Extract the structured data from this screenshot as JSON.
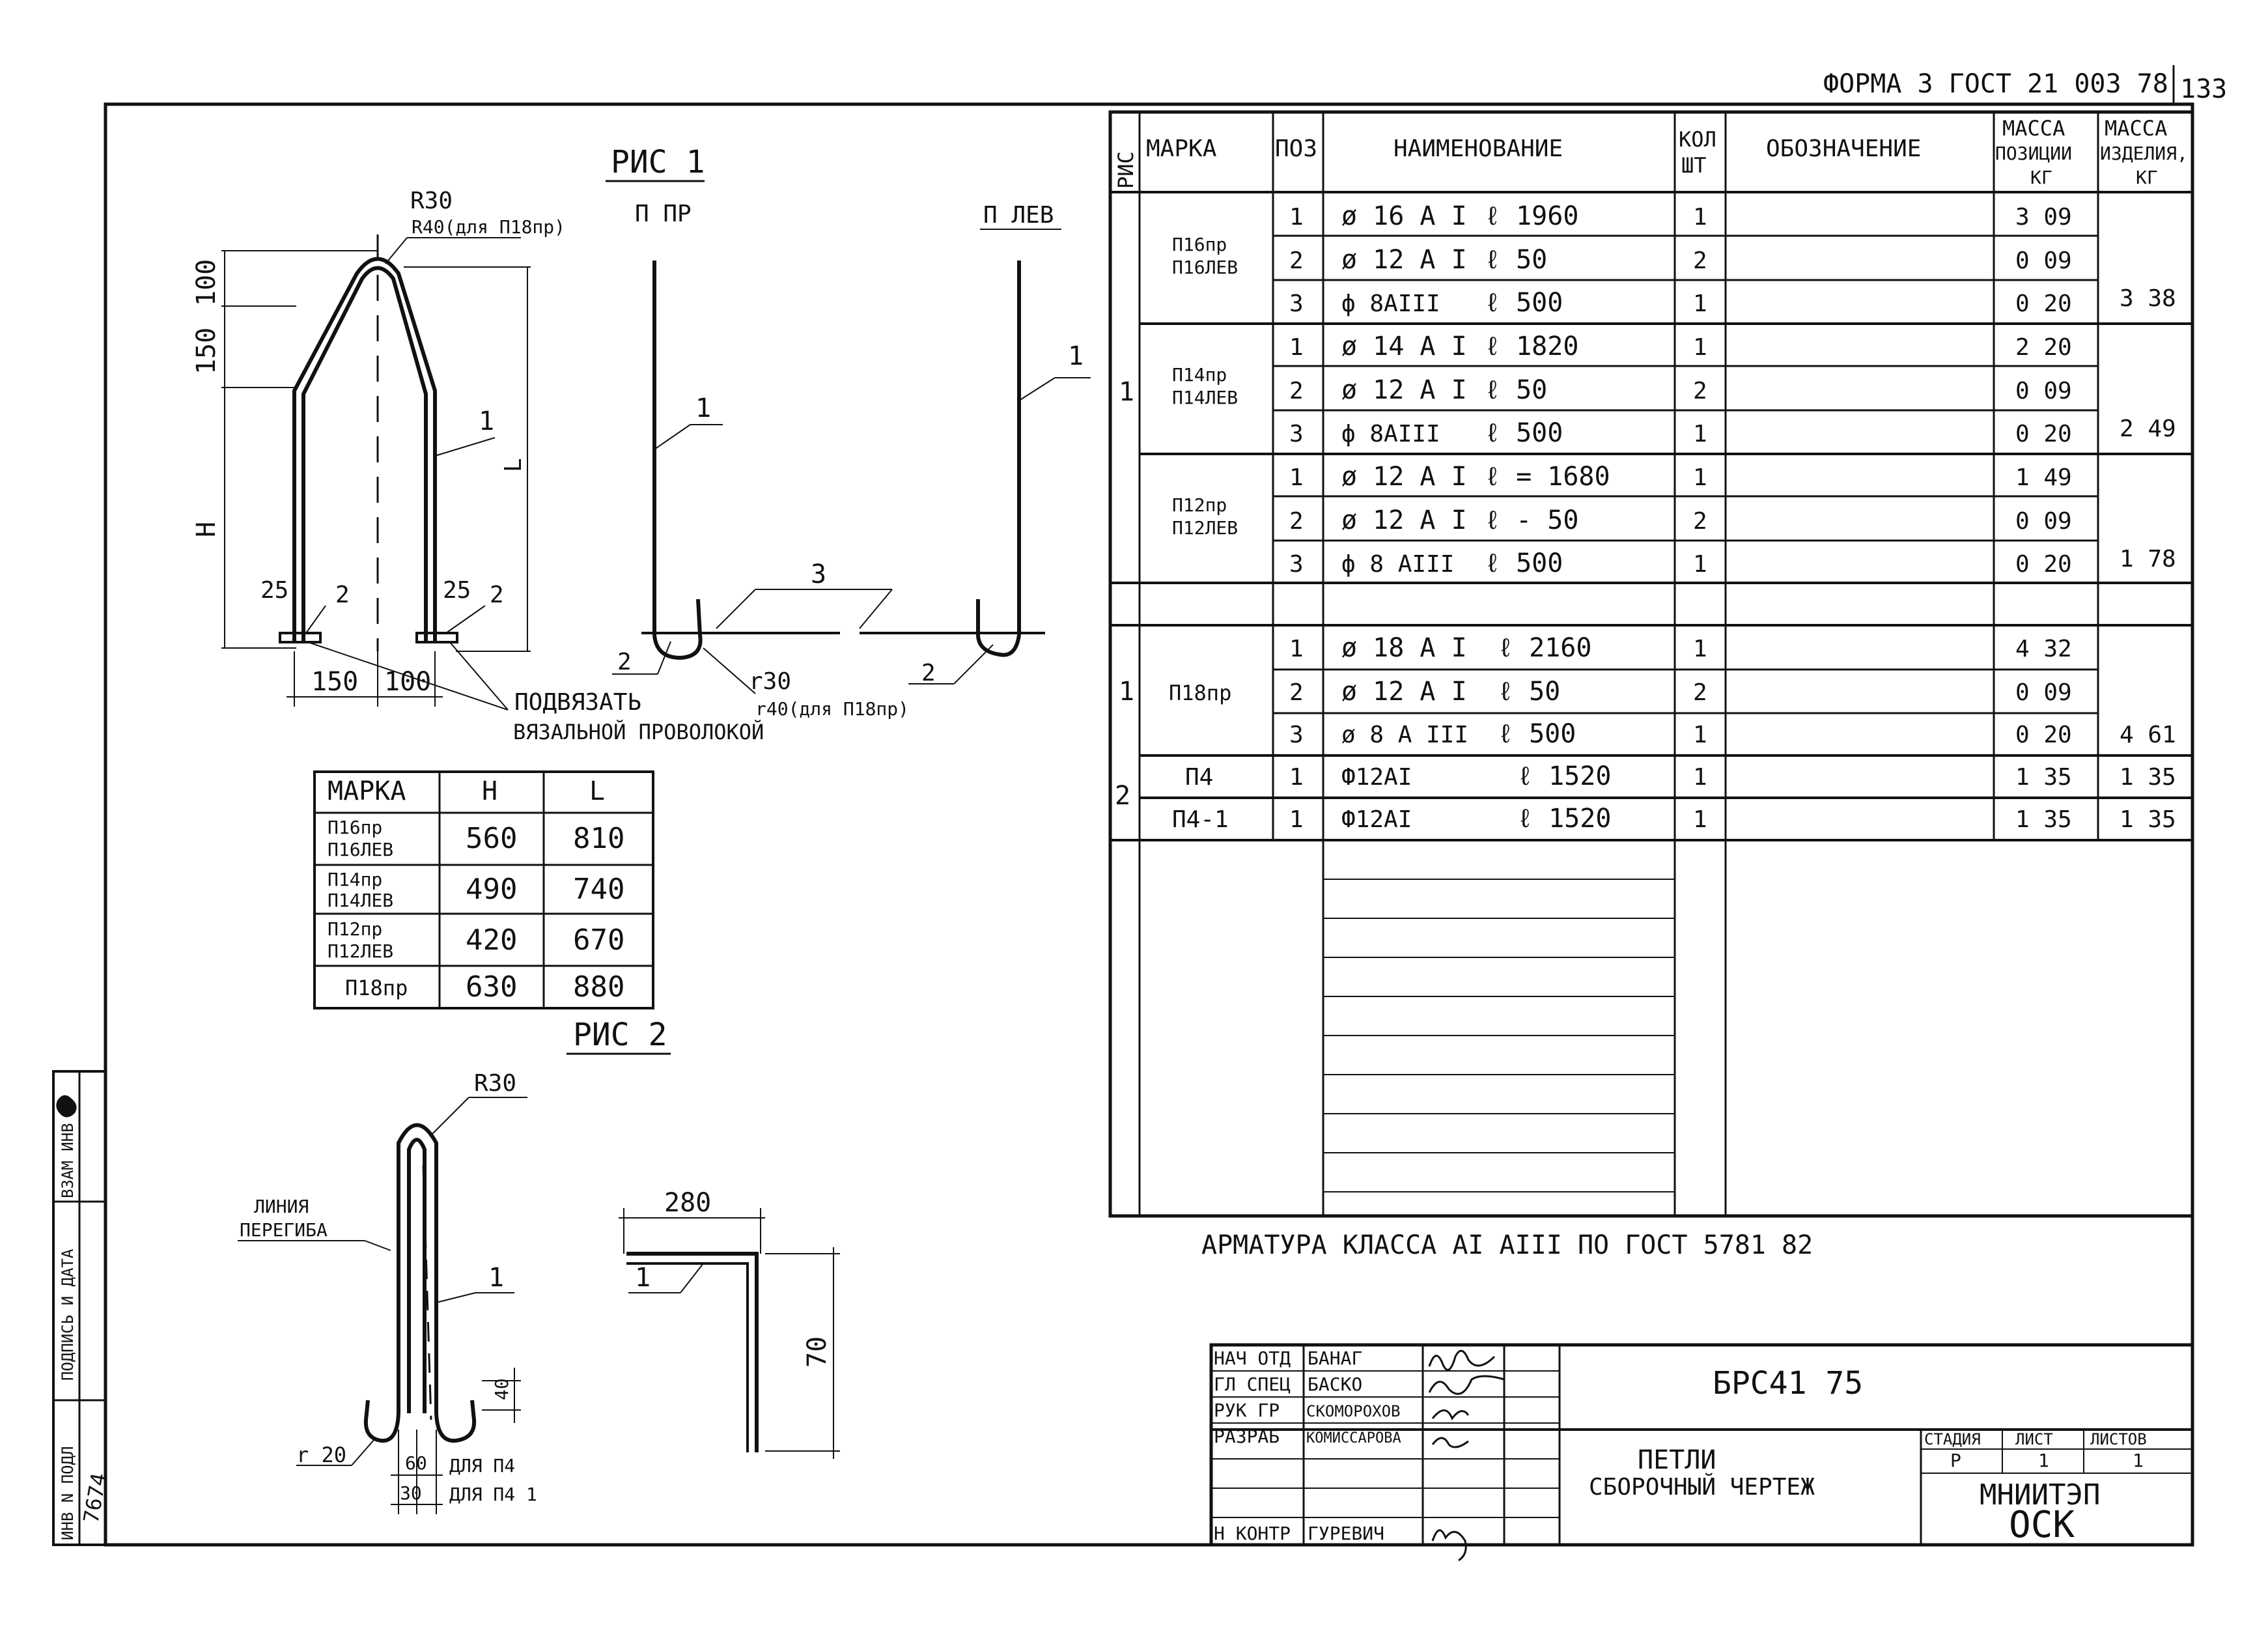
{
  "header": {
    "form_label": "ФОРМА 3 ГОСТ 21 003 78",
    "sheet_no": "133"
  },
  "fig1": {
    "title": "РИС 1",
    "view_right": "П ПР",
    "view_left": "П ЛЕВ",
    "radius_main": "R30",
    "radius_alt": "R40(для П18пр)",
    "dim_100": "100",
    "dim_150": "150",
    "dim_h": "H",
    "dim_25a": "25",
    "dim_25b": "25",
    "dim_bottom_150": "150",
    "dim_bottom_100": "100",
    "pos_1a": "1",
    "pos_1b": "1",
    "pos_1c": "1",
    "pos_2a": "2",
    "pos_2b": "2",
    "pos_2c": "2",
    "pos_2d": "2",
    "pos_3": "3",
    "tie_note_1": "ПОДВЯЗАТЬ",
    "tie_note_2": "ВЯЗАЛЬНОЙ ПРОВОЛОКОЙ",
    "r30_note": "r30",
    "r40_note": "r40(для П18пр)",
    "mark_l": "L"
  },
  "dims_table": {
    "headers": [
      "МАРКА",
      "H",
      "L"
    ],
    "rows": [
      {
        "mark": [
          "П16пр",
          "П16ЛЕВ"
        ],
        "h": "560",
        "l": "810"
      },
      {
        "mark": [
          "П14пр",
          "П14ЛЕВ"
        ],
        "h": "490",
        "l": "740"
      },
      {
        "mark": [
          "П12пр",
          "П12ЛЕВ"
        ],
        "h": "420",
        "l": "670"
      },
      {
        "mark": [
          "П18пр"
        ],
        "h": "630",
        "l": "880"
      }
    ]
  },
  "fig2": {
    "title": "РИС 2",
    "radius": "R30",
    "bend_line_1": "ЛИНИЯ",
    "bend_line_2": "ПЕРЕГИБА",
    "pos_1a": "1",
    "pos_1b": "1",
    "r20": "r 20",
    "dim_40": "40",
    "dim_60": "60",
    "dim_30": "30",
    "for_p4": "ДЛЯ П4",
    "for_p4_1": "ДЛЯ П4 1",
    "dim_280": "280",
    "dim_70": "70"
  },
  "spec": {
    "headers": {
      "ris": "РИС",
      "marka": "МАРКА",
      "poz": "ПОЗ",
      "name": "НАИМЕНОВАНИЕ",
      "qty_1": "КОЛ",
      "qty_2": "ШТ",
      "designation": "ОБОЗНАЧЕНИЕ",
      "mass_pos_1": "МАССА",
      "mass_pos_2": "ПОЗИЦИИ",
      "mass_pos_3": "КГ",
      "mass_item_1": "МАССА",
      "mass_item_2": "ИЗДЕЛИЯ,",
      "mass_item_3": "КГ"
    },
    "groups": [
      {
        "ris": "",
        "mark": [
          "П16пр",
          "П16ЛЕВ"
        ],
        "item_mass": "3 38",
        "rows": [
          {
            "poz": "1",
            "dia": "ø 16 А I",
            "len": "ℓ  1960",
            "qty": "1",
            "mass": "3 09"
          },
          {
            "poz": "2",
            "dia": "ø 12 А I",
            "len": "ℓ  50",
            "qty": "2",
            "mass": "0 09"
          },
          {
            "poz": "3",
            "dia": "ф 8АIII",
            "len": "ℓ  500",
            "qty": "1",
            "mass": "0 20"
          }
        ]
      },
      {
        "ris": "1",
        "mark": [
          "П14пр",
          "П14ЛЕВ"
        ],
        "item_mass": "2 49",
        "rows": [
          {
            "poz": "1",
            "dia": "ø 14 А I",
            "len": "ℓ  1820",
            "qty": "1",
            "mass": "2 20"
          },
          {
            "poz": "2",
            "dia": "ø 12 А I",
            "len": "ℓ  50",
            "qty": "2",
            "mass": "0 09"
          },
          {
            "poz": "3",
            "dia": "ф 8АIII",
            "len": "ℓ  500",
            "qty": "1",
            "mass": "0 20"
          }
        ]
      },
      {
        "ris": "",
        "mark": [
          "П12пр",
          "П12ЛЕВ"
        ],
        "item_mass": "1 78",
        "rows": [
          {
            "poz": "1",
            "dia": "ø 12 А I",
            "len": "ℓ = 1680",
            "qty": "1",
            "mass": "1 49"
          },
          {
            "poz": "2",
            "dia": "ø 12 А I",
            "len": "ℓ - 50",
            "qty": "2",
            "mass": "0 09"
          },
          {
            "poz": "3",
            "dia": "ф 8 АIII",
            "len": "ℓ  500",
            "qty": "1",
            "mass": "0 20"
          }
        ]
      },
      {
        "ris": "1",
        "mark": [
          "П18пр"
        ],
        "item_mass": "4 61",
        "rows": [
          {
            "poz": "1",
            "dia": "ø 18 А I",
            "len": "ℓ  2160",
            "qty": "1",
            "mass": "4 32"
          },
          {
            "poz": "2",
            "dia": "ø 12 А I",
            "len": "ℓ  50",
            "qty": "2",
            "mass": "0 09"
          },
          {
            "poz": "3",
            "dia": "ø 8 А III",
            "len": "ℓ  500",
            "qty": "1",
            "mass": "0 20"
          }
        ]
      }
    ],
    "single_rows": [
      {
        "mark": "П4",
        "poz": "1",
        "dia": "Ф12АI",
        "len": "ℓ  1520",
        "qty": "1",
        "mass": "1 35",
        "item_mass": "1 35"
      },
      {
        "mark": "П4-1",
        "poz": "1",
        "dia": "Ф12АI",
        "len": "ℓ  1520",
        "qty": "1",
        "mass": "1 35",
        "item_mass": "1 35"
      }
    ],
    "ris_2": "2",
    "note": "АРМАТУРА КЛАССА АI АIII ПО ГОСТ 5781 82"
  },
  "title_block": {
    "code": "БРС41 75",
    "roles": [
      {
        "role": "НАЧ ОТД",
        "name": "БАНАГ"
      },
      {
        "role": "ГЛ СПЕЦ",
        "name": "БАСКО"
      },
      {
        "role": "РУК ГР",
        "name": "СКОМОРОХОВ"
      },
      {
        "role": "РАЗРАБ",
        "name": "КОМИССАРОВА"
      },
      {
        "role": "",
        "name": ""
      },
      {
        "role": "",
        "name": ""
      },
      {
        "role": "Н КОНТР",
        "name": "ГУРЕВИЧ"
      }
    ],
    "doc_title_1": "ПЕТЛИ",
    "doc_title_2": "СБОРОЧНЫЙ ЧЕРТЕЖ",
    "stage_label": "СТАДИЯ",
    "sheet_label": "ЛИСТ",
    "sheets_label": "ЛИСТОВ",
    "stage": "Р",
    "sheet": "1",
    "sheets": "1",
    "org_1": "МНИИТЭП",
    "org_2": "ОСК"
  },
  "side_stamp": {
    "inv_no": "ИНВ N ПОДЛ",
    "sign_date": "ПОДПИСЬ И ДАТА",
    "replace": "ВЗАМ ИНВ N",
    "inv_value": "7674"
  }
}
